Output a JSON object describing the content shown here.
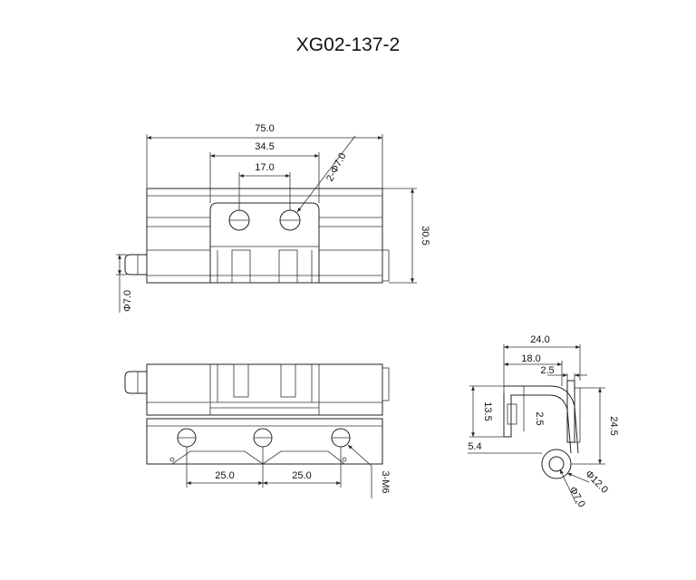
{
  "title": "XG02-137-2",
  "dimensions": {
    "top_overall_width": "75.0",
    "top_hole_outer": "34.5",
    "top_hole_spacing": "17.0",
    "top_hole_callout": "2-Φ7.0",
    "top_height": "30.5",
    "pin_diameter": "Φ7.0",
    "bottom_pitch_1": "25.0",
    "bottom_pitch_2": "25.0",
    "bottom_thread_callout": "3-M6",
    "side_width": "24.0",
    "side_inner": "18.0",
    "side_small": "2.5",
    "side_left_height": "13.5",
    "side_mid": "2.5",
    "side_right_height": "24.5",
    "side_offset": "5.4",
    "side_barrel": "Φ12.0",
    "side_pin": "Φ7.0"
  }
}
